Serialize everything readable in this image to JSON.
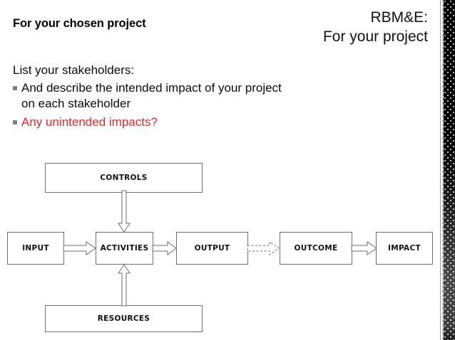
{
  "slide": {
    "header_left": "For your chosen project",
    "title_line1": "RBM&E:",
    "title_line2": "For your project",
    "lead": "List your stakeholders:",
    "bullets": [
      {
        "text": "And describe the intended impact of your project on each stakeholder",
        "color": "#0b0b0b"
      },
      {
        "text": "Any unintended impacts?",
        "color": "#e8262a"
      }
    ]
  },
  "diagram": {
    "boxes": {
      "controls": "CONTROLS",
      "input": "INPUT",
      "activities": "ACTIVITIES",
      "output": "OUTPUT",
      "outcome": "OUTCOME",
      "impact": "IMPACT",
      "resources": "RESOURCES"
    },
    "connectors": [
      {
        "name": "controls-to-activities",
        "style": "solid-block-arrow",
        "direction": "down"
      },
      {
        "name": "resources-to-activities",
        "style": "solid-block-arrow",
        "direction": "up"
      },
      {
        "name": "input-to-activities",
        "style": "solid-block-arrow",
        "direction": "right"
      },
      {
        "name": "activities-to-output",
        "style": "solid-block-arrow",
        "direction": "right"
      },
      {
        "name": "output-to-outcome",
        "style": "dashed-block-arrow",
        "direction": "right"
      },
      {
        "name": "outcome-to-impact",
        "style": "solid-block-arrow",
        "direction": "right"
      }
    ],
    "stroke_color": "#6e6e6e"
  },
  "decor": {
    "edge_strip_color": "#0d0d0d"
  }
}
